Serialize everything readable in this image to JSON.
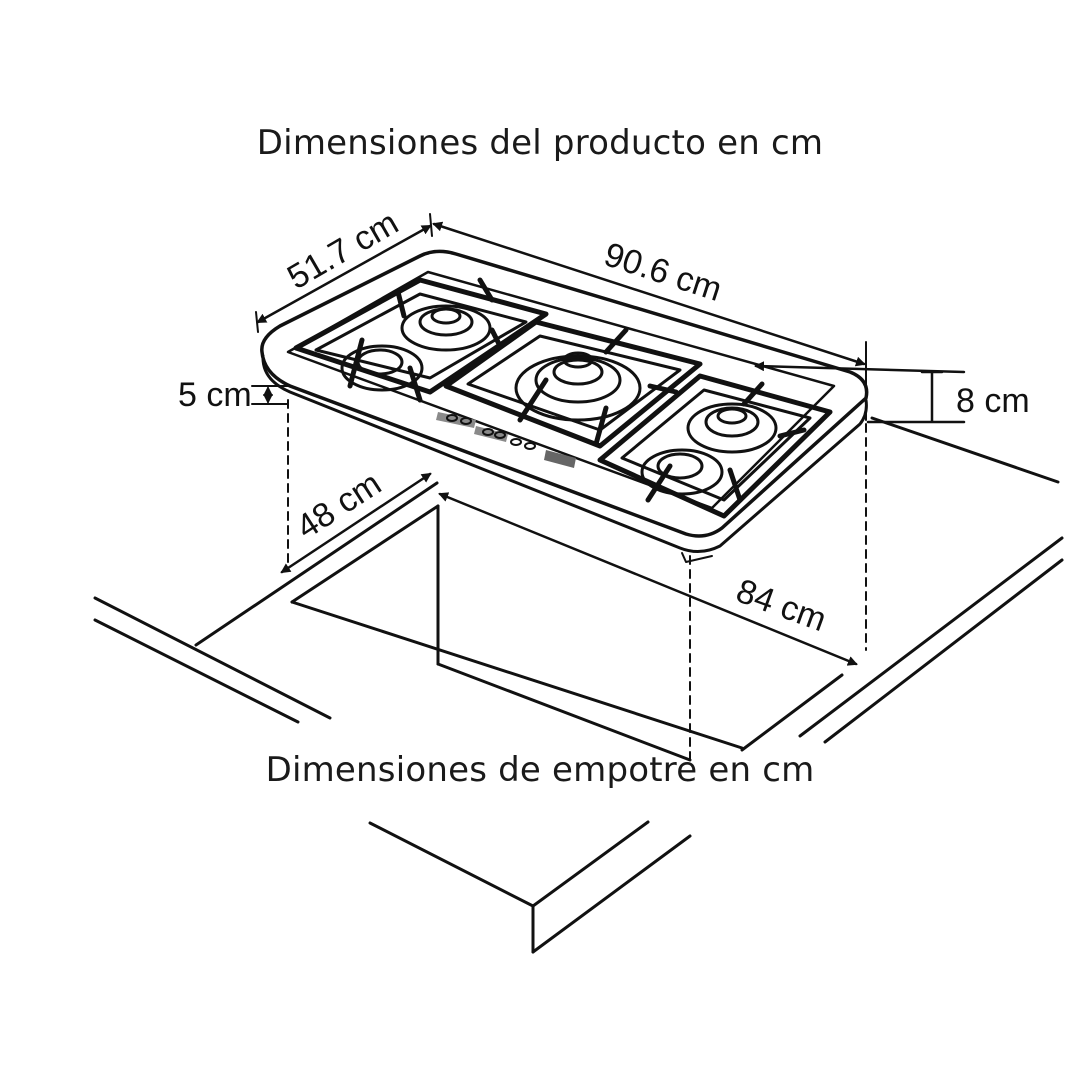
{
  "captions": {
    "product": "Dimensiones del producto en cm",
    "cutout": "Dimensiones de empotre en cm"
  },
  "dimensions": {
    "depth": "51.7 cm",
    "width": "90.6 cm",
    "thickness": "5 cm",
    "height": "8 cm",
    "cutout_depth": "48 cm",
    "cutout_width": "84 cm"
  },
  "colors": {
    "ink": "#111111",
    "background": "#ffffff",
    "knob_panel": "#8a8a8a"
  }
}
